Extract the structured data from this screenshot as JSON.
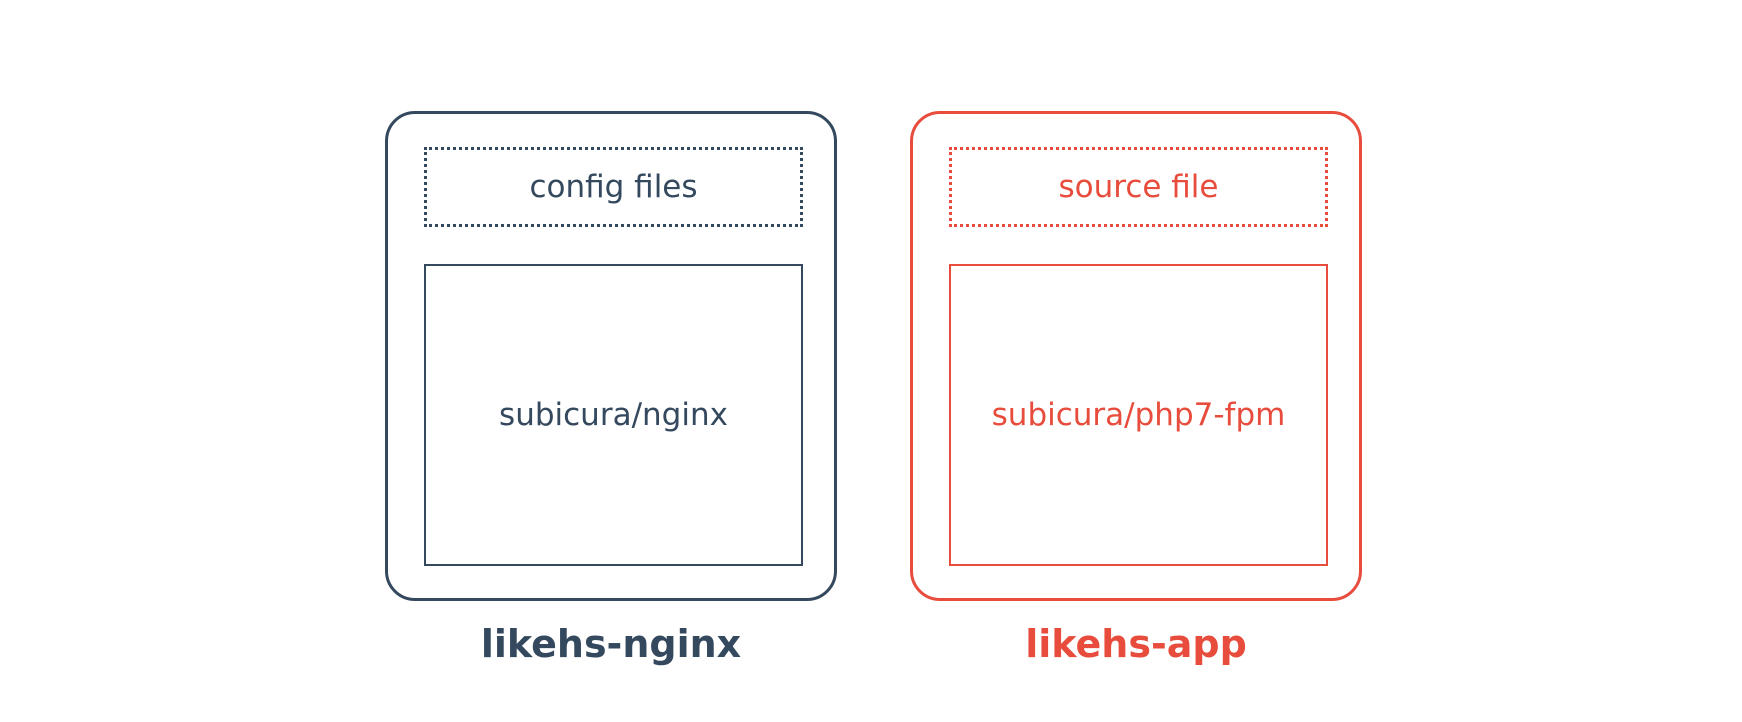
{
  "colors": {
    "nginx": "#34495e",
    "app": "#e74c3c"
  },
  "containers": [
    {
      "volume_label": "config files",
      "image_label": "subicura/nginx",
      "name": "likehs-nginx"
    },
    {
      "volume_label": "source file",
      "image_label": "subicura/php7-fpm",
      "name": "likehs-app"
    }
  ]
}
